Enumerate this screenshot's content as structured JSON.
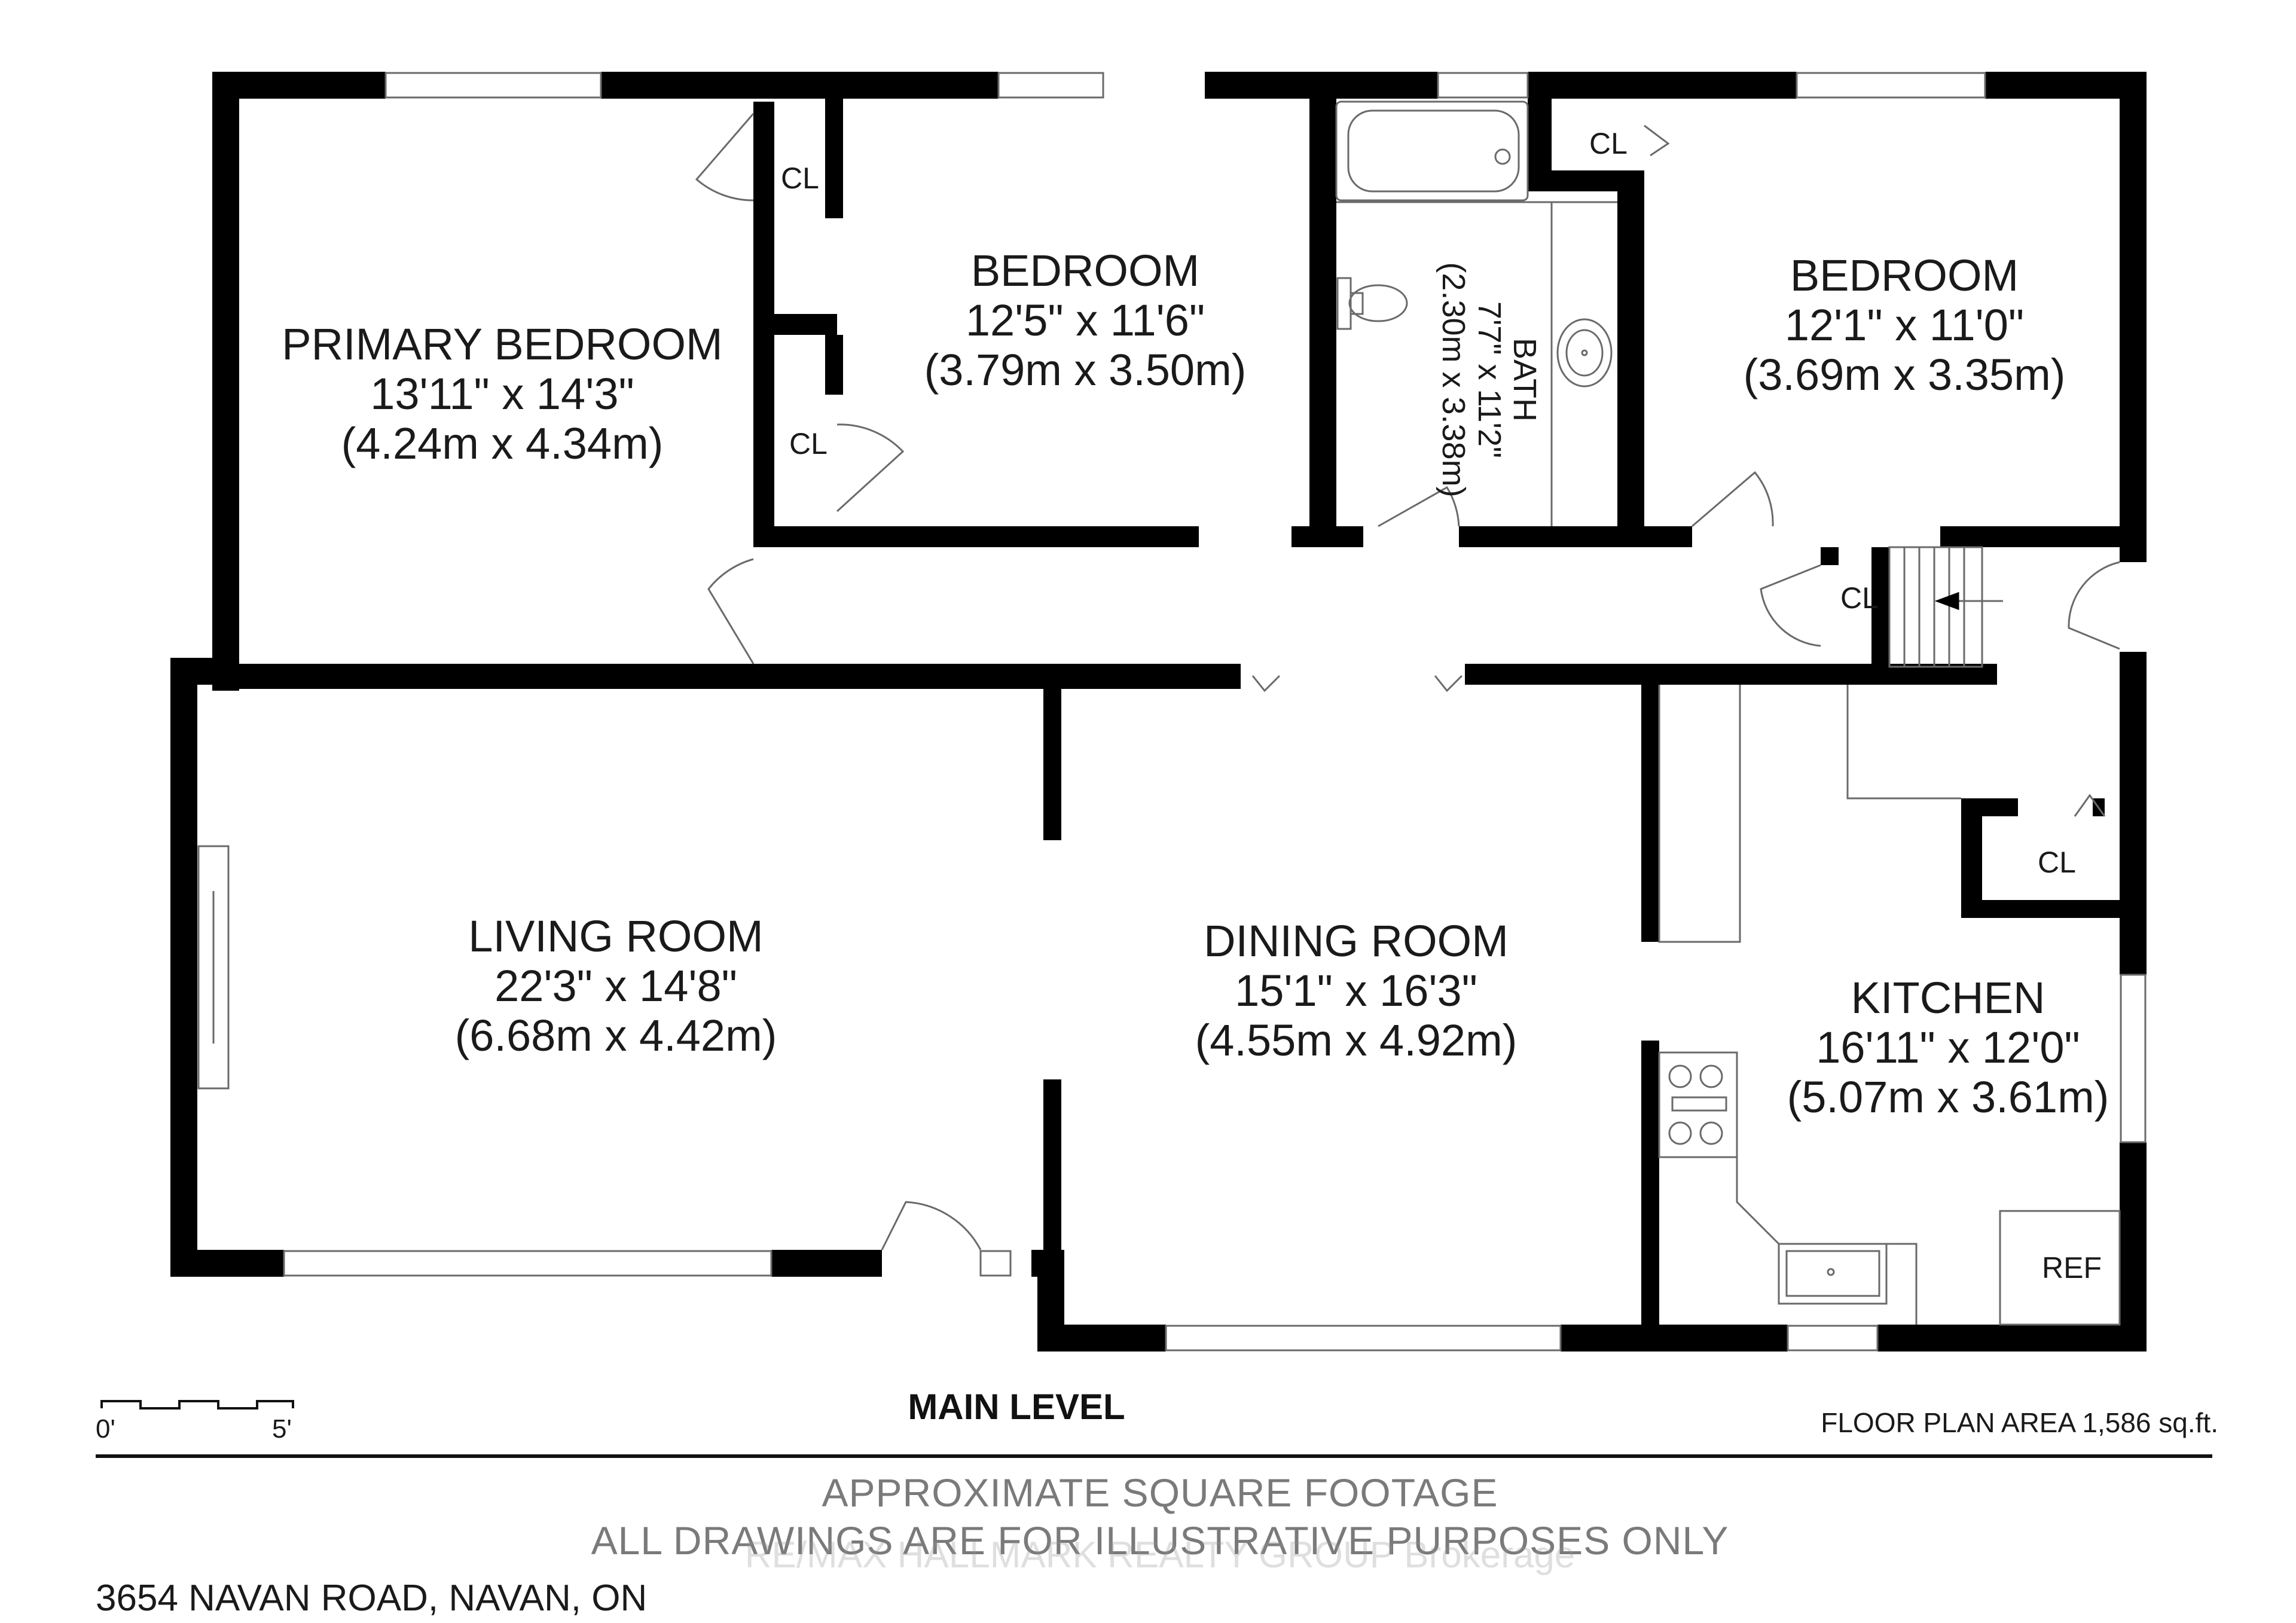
{
  "rooms": {
    "primary_bedroom": {
      "name": "PRIMARY BEDROOM",
      "dims": "13'11\" x 14'3\"",
      "metric": "(4.24m x 4.34m)"
    },
    "bedroom_2": {
      "name": "BEDROOM",
      "dims": "12'5\" x 11'6\"",
      "metric": "(3.79m x 3.50m)"
    },
    "bath": {
      "name": "BATH",
      "dims": "7'7\" x 11'2\"",
      "metric": "(2.30m x 3.38m)"
    },
    "bedroom_3": {
      "name": "BEDROOM",
      "dims": "12'1\" x 11'0\"",
      "metric": "(3.69m x 3.35m)"
    },
    "living_room": {
      "name": "LIVING ROOM",
      "dims": "22'3\" x 14'8\"",
      "metric": "(6.68m x 4.42m)"
    },
    "dining_room": {
      "name": "DINING ROOM",
      "dims": "15'1\" x 16'3\"",
      "metric": "(4.55m x 4.92m)"
    },
    "kitchen": {
      "name": "KITCHEN",
      "dims": "16'11\" x 12'0\"",
      "metric": "(5.07m x 3.61m)"
    }
  },
  "closet_label": "CL",
  "fridge_label": "REF",
  "level_title": "MAIN LEVEL",
  "floor_plan_area": "FLOOR PLAN AREA 1,586 sq.ft.",
  "scale": {
    "start": "0'",
    "end": "5'"
  },
  "disclaimer": {
    "line1": "APPROXIMATE SQUARE FOOTAGE",
    "line2": "ALL DRAWINGS ARE FOR ILLUSTRATIVE PURPOSES ONLY"
  },
  "watermark": "RE/MAX HALLMARK REALTY GROUP Brokerage",
  "address": "3654 NAVAN ROAD, NAVAN, ON",
  "colors": {
    "wall": "#000000",
    "line": "#6a6a6a",
    "text": "#1a1a1a",
    "disclaimer": "#7a7a7a"
  }
}
